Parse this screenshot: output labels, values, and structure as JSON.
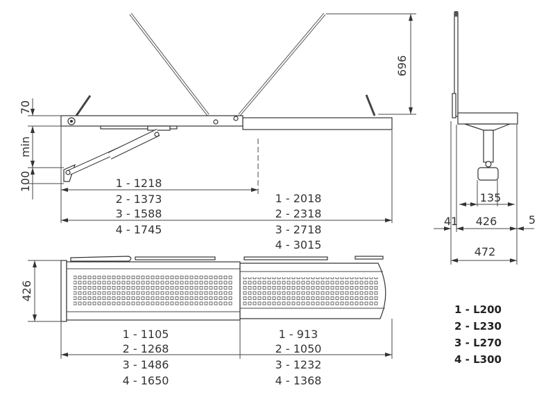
{
  "side_view": {
    "height_dims": [
      "70",
      "min",
      "100"
    ],
    "arm_height": "696",
    "retracted_lengths": [
      "1 - 1218",
      "2 - 1373",
      "3 - 1588",
      "4 - 1745"
    ],
    "extended_lengths": [
      "1 - 2018",
      "2 - 2318",
      "3 - 2718",
      "4 - 3015"
    ]
  },
  "top_view": {
    "width": "426",
    "fixed_lengths": [
      "1 - 1105",
      "2 - 1268",
      "3 - 1486",
      "4 - 1650"
    ],
    "sliding_lengths": [
      "1 - 913",
      "2 - 1050",
      "3 - 1232",
      "4 - 1368"
    ]
  },
  "end_view": {
    "base": "135",
    "left_offset": "41",
    "width": "426",
    "right_offset": "5",
    "total_width": "472"
  },
  "legend": [
    "1 - L200",
    "2 - L230",
    "3 - L270",
    "4 - L300"
  ]
}
